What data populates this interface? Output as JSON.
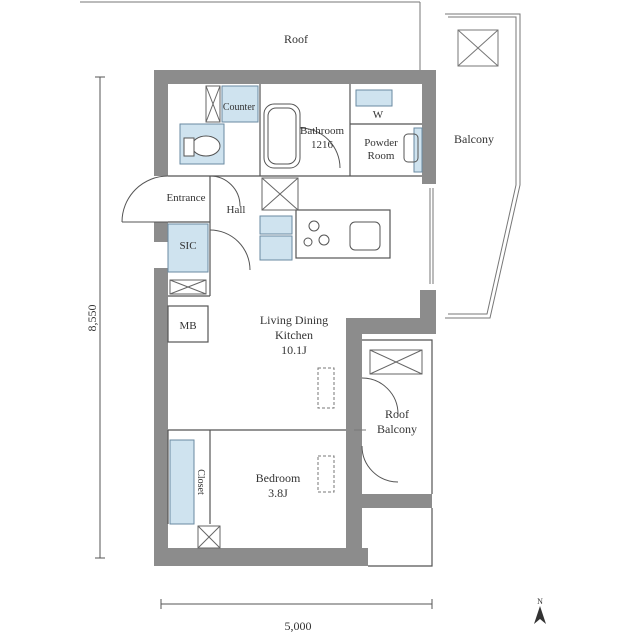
{
  "colors": {
    "wall": "#8c8c8c",
    "line": "#555555",
    "fixture_fill": "#cfe3ef",
    "fixture_stroke": "#6a8aa0",
    "background": "#ffffff"
  },
  "labels": {
    "roof": "Roof",
    "balcony": "Balcony",
    "counter": "Counter",
    "bathroom": "Bathroom",
    "bathroom_size": "1216",
    "powder_room_line1": "Powder",
    "powder_room_line2": "Room",
    "w": "W",
    "entrance": "Entrance",
    "hall": "Hall",
    "sic": "SIC",
    "mb": "MB",
    "ldk_line1": "Living Dining",
    "ldk_line2": "Kitchen",
    "ldk_size": "10.1J",
    "roof_balcony_line1": "Roof",
    "roof_balcony_line2": "Balcony",
    "closet": "Closet",
    "bedroom": "Bedroom",
    "bedroom_size": "3.8J"
  },
  "dimensions": {
    "width": "5,000",
    "height": "8,550"
  },
  "compass": {
    "north": "N",
    "icon": "north-arrow-icon"
  }
}
